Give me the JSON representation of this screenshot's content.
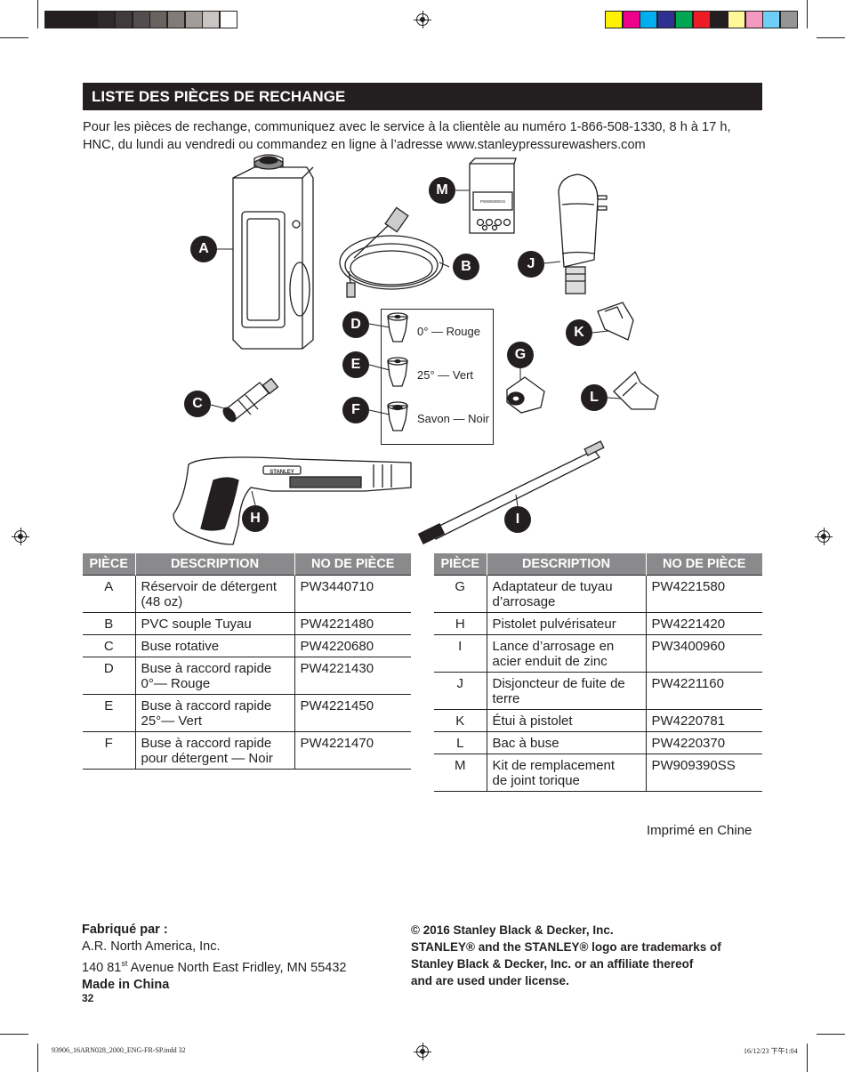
{
  "print_marks": {
    "gray_swatches": [
      "#231f20",
      "#231f20",
      "#231f20",
      "#2f2b2c",
      "#3f3b3c",
      "#524e4f",
      "#68635f",
      "#817c79",
      "#a19d9a",
      "#c8c5c2",
      "#ffffff"
    ],
    "color_swatches": [
      "#fff200",
      "#ec008c",
      "#00aeef",
      "#2e3192",
      "#00a651",
      "#ed1c24",
      "#231f20",
      "#fff799",
      "#f49ac1",
      "#6dcff6",
      "#959595"
    ],
    "slug_left": "93906_16ARN028_2000_ENG-FR-SP.indd   32",
    "slug_right": "16/12/23   下午1:04"
  },
  "section": {
    "title": "LISTE DES PIÈCES DE RECHANGE",
    "intro_line1": "Pour les pièces de rechange, communiquez avec le service à la clientèle au numéro 1-866-508-1330, 8 h à 17 h,",
    "intro_line2": "HNC, du lundi au vendredi ou commandez en ligne à l’adresse www.stanleypressurewashers.com"
  },
  "illustration": {
    "callouts": [
      "A",
      "B",
      "C",
      "D",
      "E",
      "F",
      "G",
      "H",
      "I",
      "J",
      "K",
      "L",
      "M"
    ],
    "nozzle_labels": [
      "0° — Rouge",
      "25° — Vert",
      "Savon — Noir"
    ],
    "gun_brand": "STANLEY",
    "kit_code": "PW909390SS"
  },
  "table_left": {
    "headers": [
      "PIÈCE",
      "DESCRIPTION",
      "NO DE PIÈCE"
    ],
    "rows": [
      {
        "piece": "A",
        "desc1": "Réservoir de détergent",
        "desc2": "(48 oz)",
        "no": "PW3440710"
      },
      {
        "piece": "B",
        "desc1": "PVC souple Tuyau",
        "desc2": "",
        "no": "PW4221480"
      },
      {
        "piece": "C",
        "desc1": "Buse rotative",
        "desc2": "",
        "no": "PW4220680"
      },
      {
        "piece": "D",
        "desc1": "Buse à raccord rapide",
        "desc2": "0°— Rouge",
        "no": "PW4221430"
      },
      {
        "piece": "E",
        "desc1": "Buse à raccord rapide",
        "desc2": "25°— Vert",
        "no": "PW4221450"
      },
      {
        "piece": "F",
        "desc1": "Buse à raccord rapide",
        "desc2": "pour détergent — Noir",
        "no": "PW4221470"
      }
    ]
  },
  "table_right": {
    "headers": [
      "PIÈCE",
      "DESCRIPTION",
      "NO DE PIÈCE"
    ],
    "rows": [
      {
        "piece": "G",
        "desc1": "Adaptateur de tuyau",
        "desc2": "d’arrosage",
        "no": "PW4221580"
      },
      {
        "piece": "H",
        "desc1": "Pistolet pulvérisateur",
        "desc2": "",
        "no": "PW4221420"
      },
      {
        "piece": "I",
        "desc1": "Lance d’arrosage en",
        "desc2": "acier enduit de zinc",
        "no": "PW3400960"
      },
      {
        "piece": "J",
        "desc1": "Disjoncteur de fuite de",
        "desc2": "terre",
        "no": "PW4221160"
      },
      {
        "piece": "K",
        "desc1": "Étui à pistolet",
        "desc2": "",
        "no": "PW4220781"
      },
      {
        "piece": "L",
        "desc1": "Bac à buse",
        "desc2": "",
        "no": "PW4220370"
      },
      {
        "piece": "M",
        "desc1": "Kit de remplacement",
        "desc2": "de joint torique",
        "no": "PW909390SS"
      }
    ]
  },
  "made_in": "Imprimé en Chine",
  "footer": {
    "fab_label": "Fabriqué par :",
    "fab_company": "A.R. North America, Inc.",
    "fab_address_pre": "140  81",
    "fab_address_sup": "st",
    "fab_address_post": " Avenue North East Fridley, MN 55432",
    "fab_origin": "Made in China",
    "copyright_line1": "© 2016 Stanley Black & Decker, Inc.",
    "copyright_line2": "STANLEY® and the STANLEY® logo are trademarks of",
    "copyright_line3": "Stanley Black & Decker, Inc. or an affiliate thereof",
    "copyright_line4": "and are used under license.",
    "page_number": "32"
  }
}
